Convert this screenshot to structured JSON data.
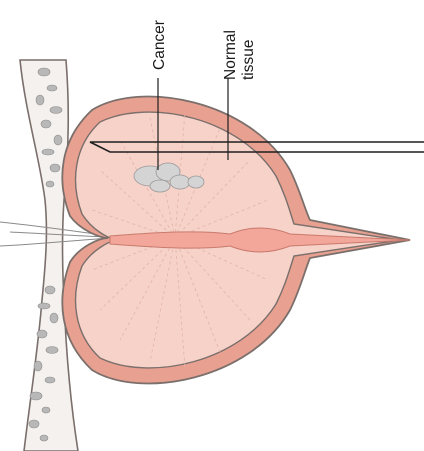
{
  "labels": {
    "cancer": "Cancer",
    "normal_line1": "Normal",
    "normal_line2": "tissue"
  },
  "colors": {
    "gland_fill": "#f6d2c9",
    "gland_inner": "#fbe4dd",
    "capsule": "#e58f80",
    "outline": "#7a6f6b",
    "urethra": "#f2a79a",
    "bone": "#b8b8b8",
    "needle": "#1f1f1f",
    "tumor": "#cfcfcf"
  }
}
